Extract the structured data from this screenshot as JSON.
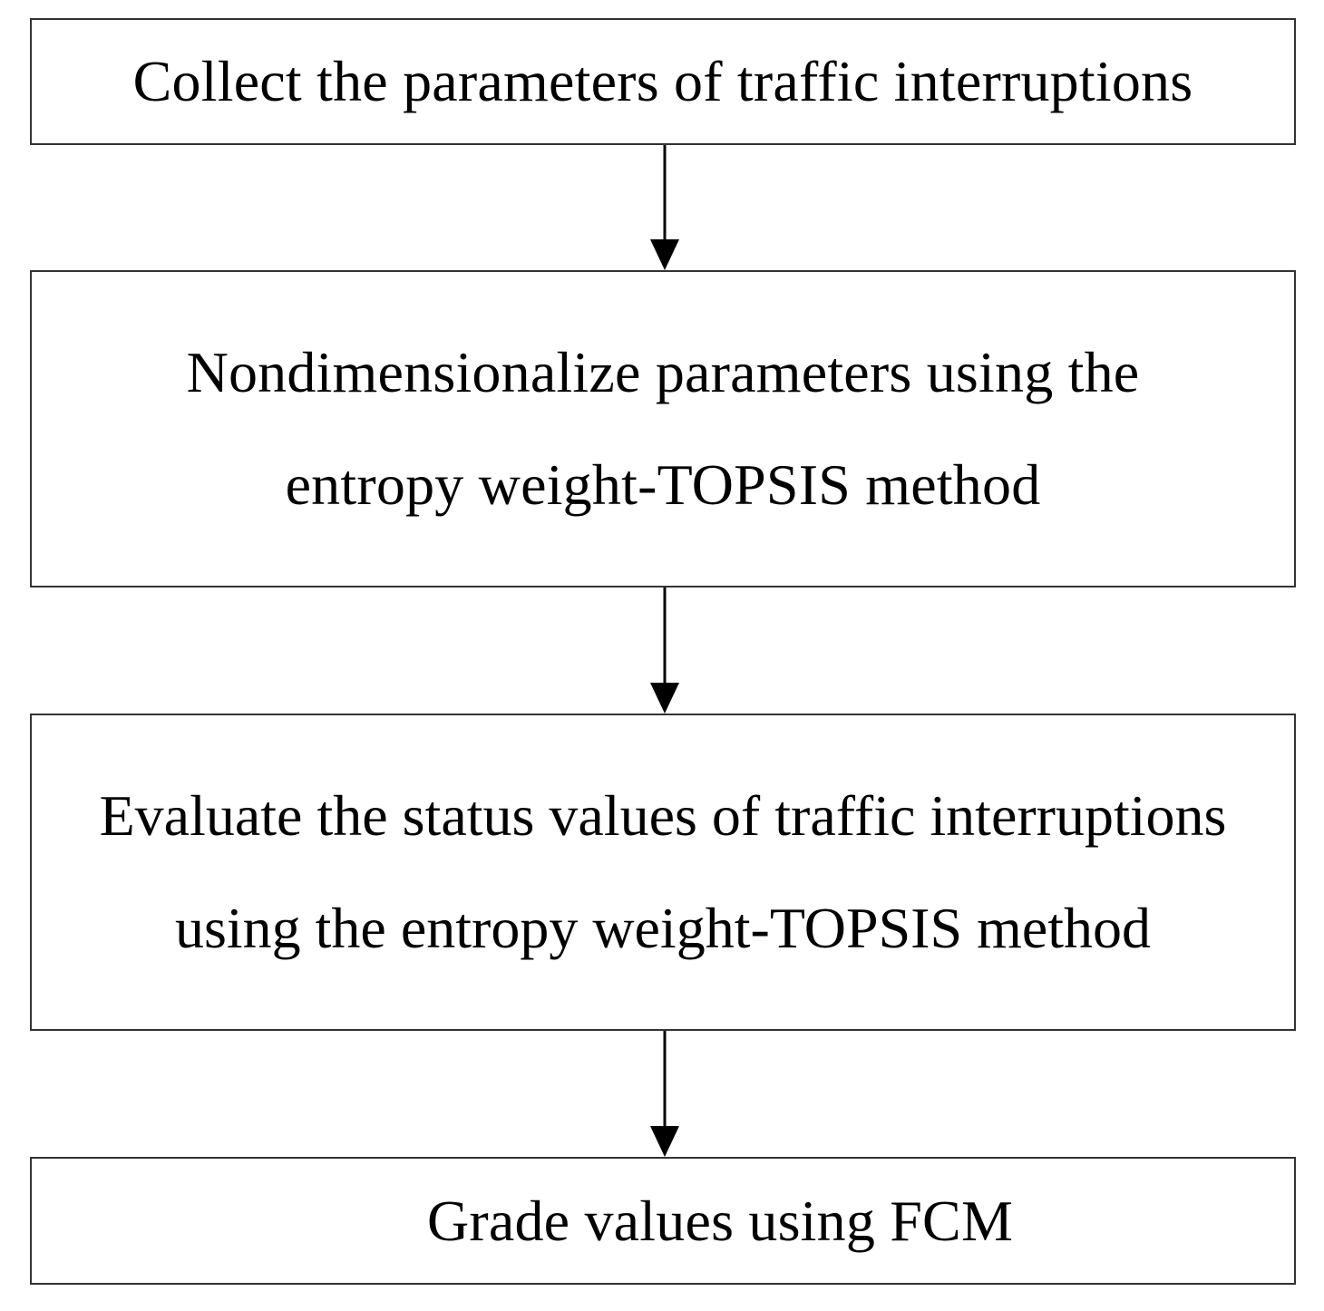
{
  "flowchart": {
    "steps": [
      {
        "lines": [
          "Collect the parameters of traffic interruptions"
        ]
      },
      {
        "lines": [
          "Nondimensionalize parameters using the",
          "entropy weight-TOPSIS method"
        ]
      },
      {
        "lines": [
          "Evaluate the status values of traffic interruptions",
          "using the entropy weight-TOPSIS method"
        ]
      },
      {
        "lines": [
          "Grade values using FCM"
        ]
      }
    ]
  },
  "colors": {
    "border": "#333333",
    "arrow": "#000000",
    "background": "#ffffff",
    "text": "#000000"
  }
}
